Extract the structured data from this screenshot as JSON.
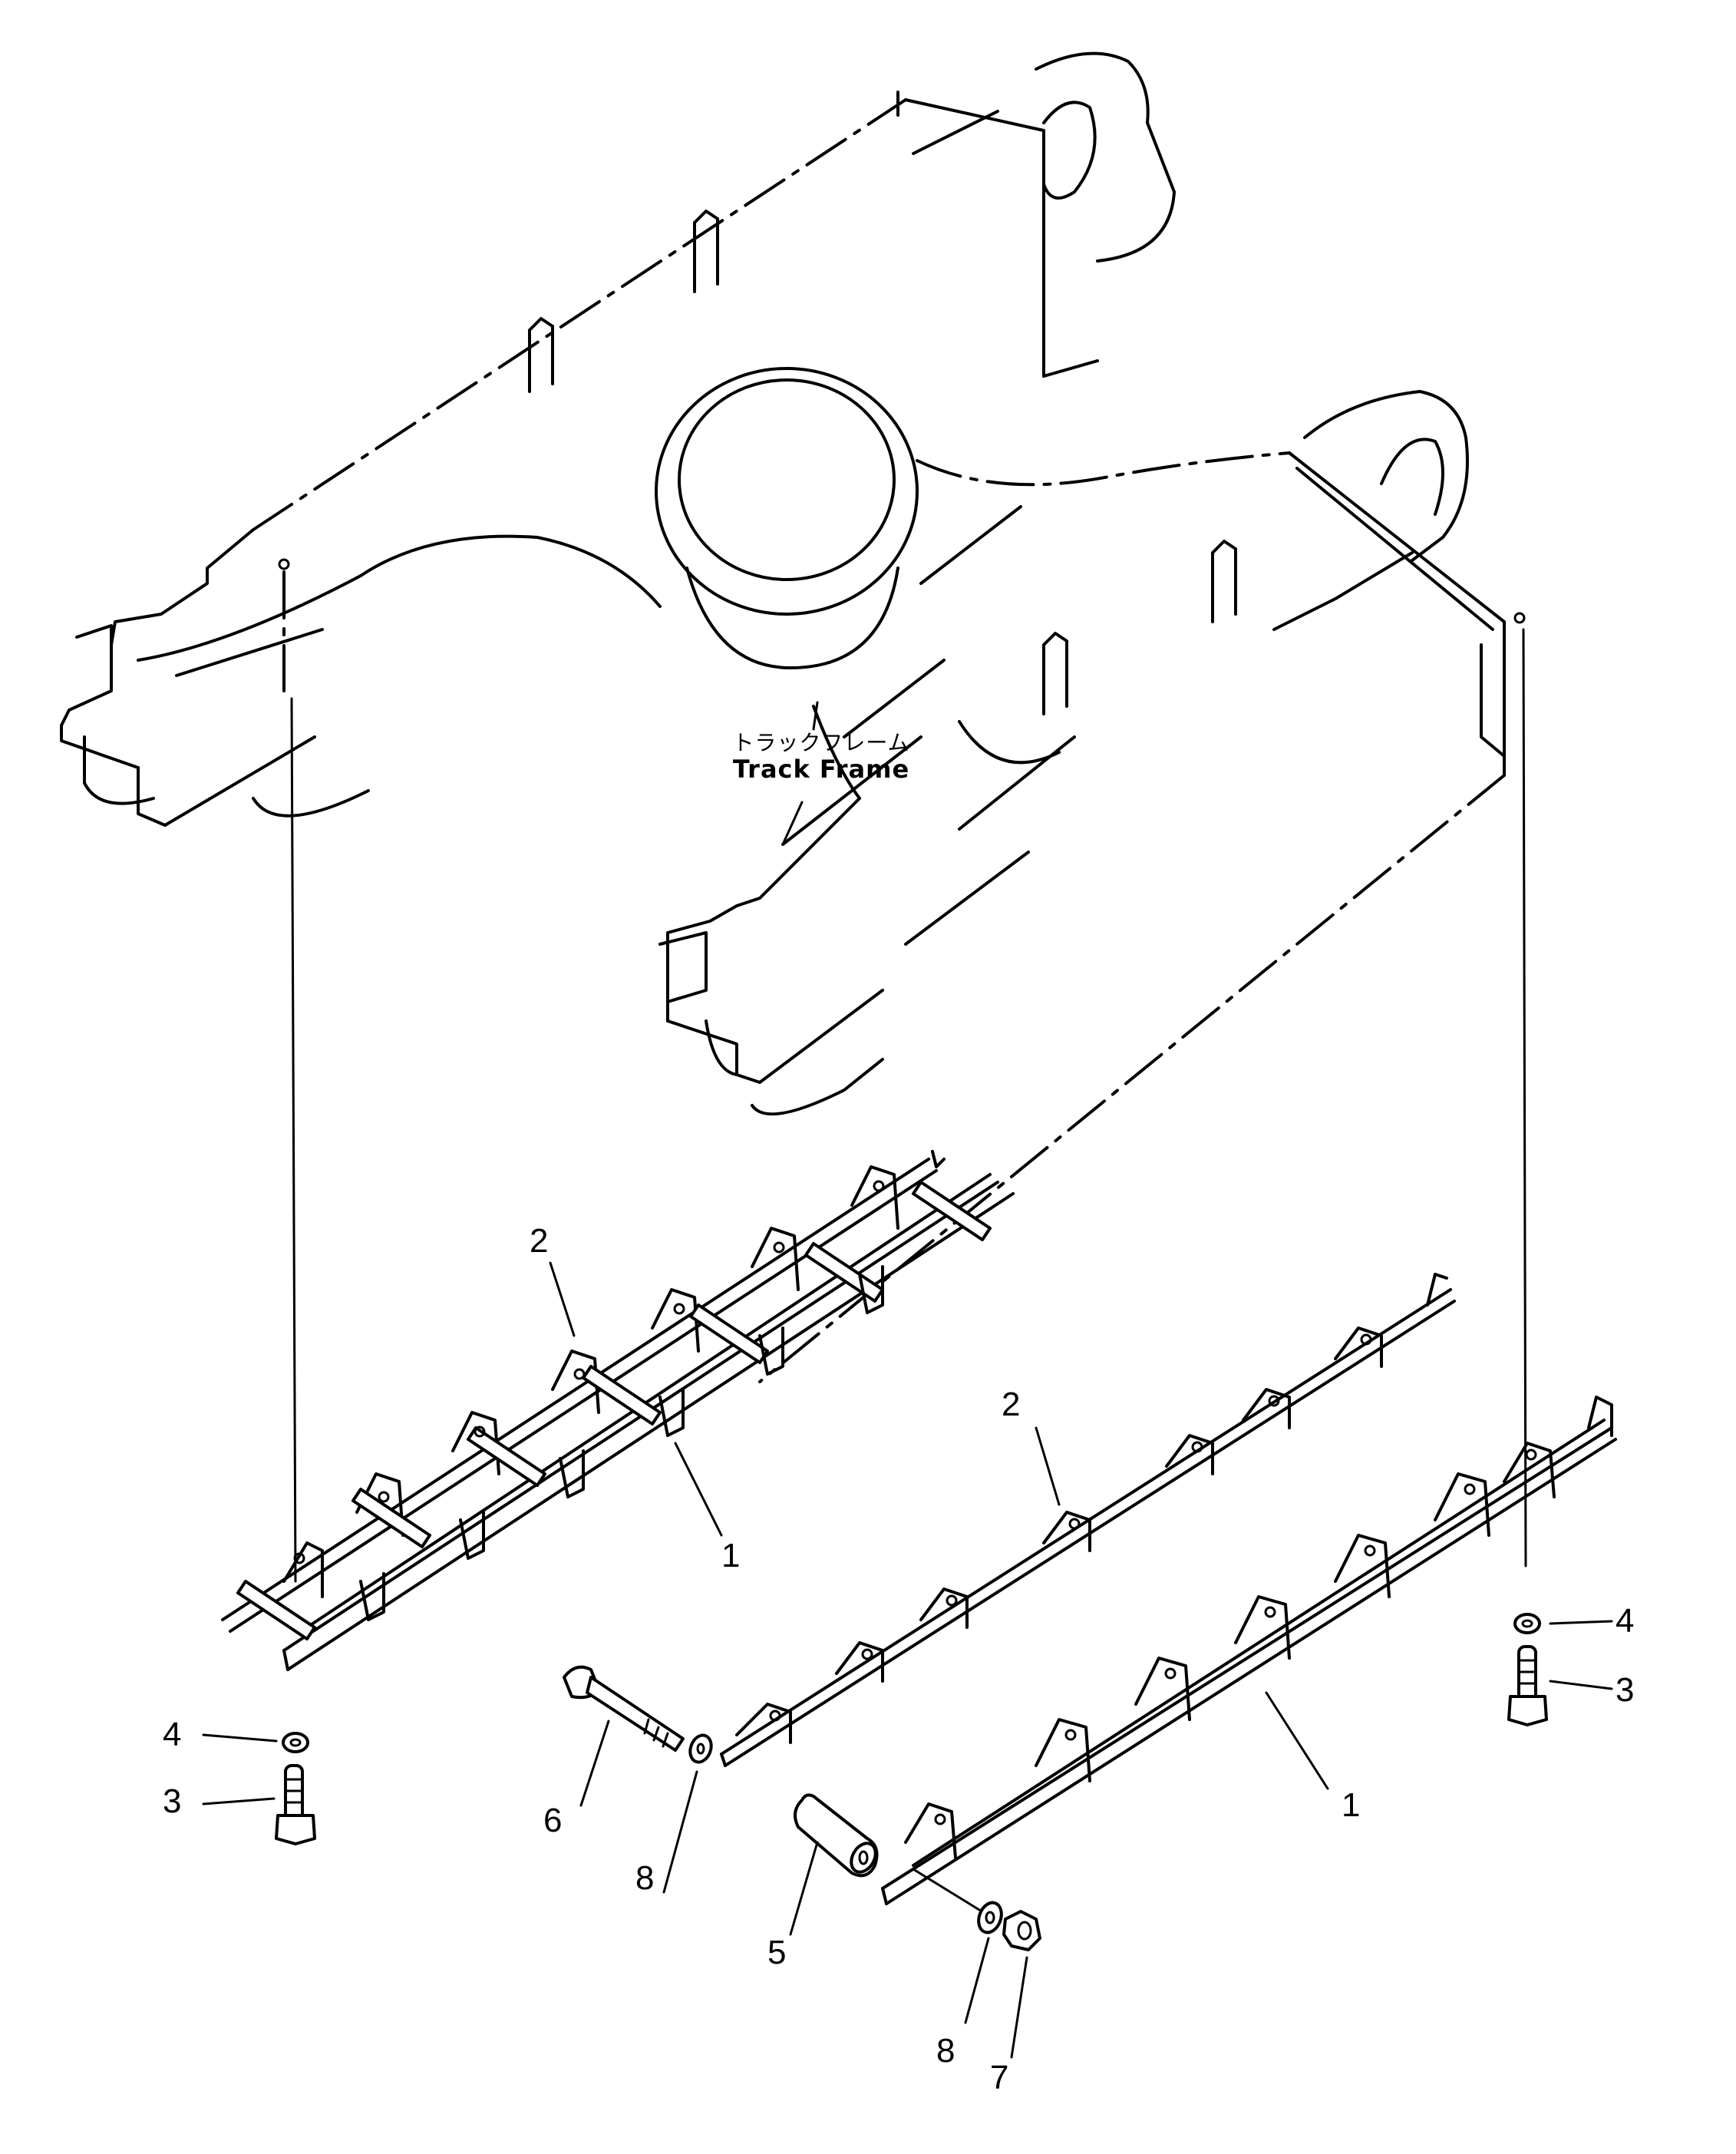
{
  "diagram": {
    "type": "exploded-parts-view",
    "main_assembly": {
      "label_jp": "トラックフレーム",
      "label_en": "Track Frame"
    },
    "callouts": [
      {
        "id": "c2a",
        "number": "2",
        "part": "track guard (upper, left assembly)"
      },
      {
        "id": "c1a",
        "number": "1",
        "part": "track guard frame (left assembly)"
      },
      {
        "id": "c2b",
        "number": "2",
        "part": "track guard (right assembly)"
      },
      {
        "id": "c1b",
        "number": "1",
        "part": "track guard frame (right assembly)"
      },
      {
        "id": "c4a",
        "number": "4",
        "part": "washer (left)"
      },
      {
        "id": "c3a",
        "number": "3",
        "part": "bolt (left)"
      },
      {
        "id": "c4b",
        "number": "4",
        "part": "washer (right)"
      },
      {
        "id": "c3b",
        "number": "3",
        "part": "bolt (right)"
      },
      {
        "id": "c6",
        "number": "6",
        "part": "long bolt"
      },
      {
        "id": "c8a",
        "number": "8",
        "part": "washer (bolt side)"
      },
      {
        "id": "c5",
        "number": "5",
        "part": "spacer tube"
      },
      {
        "id": "c8b",
        "number": "8",
        "part": "washer (nut side)"
      },
      {
        "id": "c7",
        "number": "7",
        "part": "nut"
      }
    ]
  }
}
